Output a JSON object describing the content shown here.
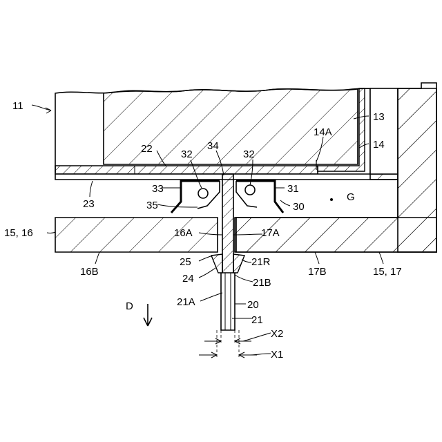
{
  "labels": {
    "l11": "11",
    "l13": "13",
    "l14A": "14A",
    "l14": "14",
    "l22": "22",
    "l32a": "32",
    "l34": "34",
    "l32b": "32",
    "lG": "G",
    "l23": "23",
    "l33": "33",
    "l31": "31",
    "l35": "35",
    "l30": "30",
    "l1516": "15, 16",
    "l16A": "16A",
    "l17A": "17A",
    "l25": "25",
    "l21R": "21R",
    "l16B": "16B",
    "l17B": "17B",
    "l1517": "15, 17",
    "l24": "24",
    "l21B": "21B",
    "lD": "D",
    "l21A": "21A",
    "l20": "20",
    "l21": "21",
    "lX2": "X2",
    "lX1": "X1"
  }
}
